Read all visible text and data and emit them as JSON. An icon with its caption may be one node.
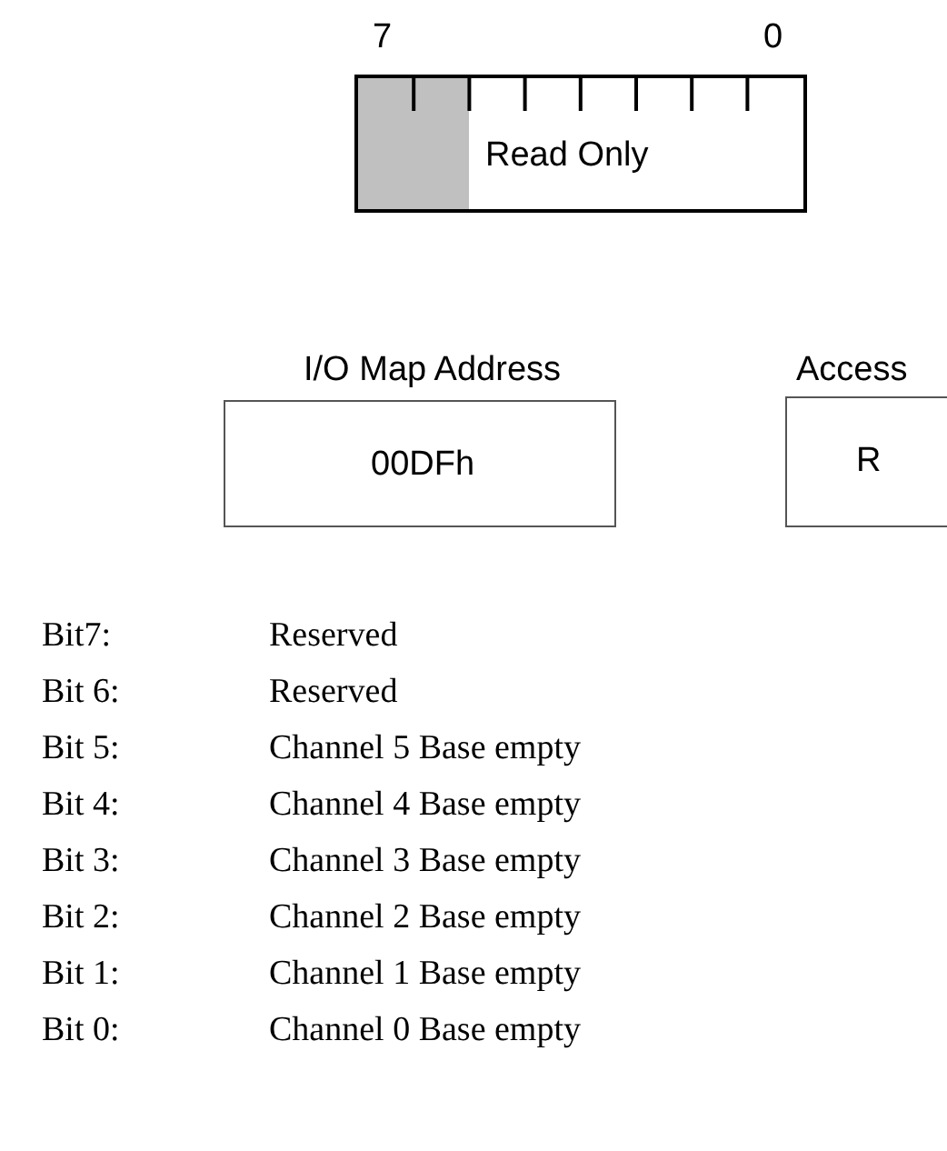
{
  "diagram": {
    "nodes": [
      {
        "text": [
          "Read Only"
        ]
      },
      {
        "text": [
          "I/O Map Address",
          "00DFh"
        ]
      },
      {
        "text": [
          "Access",
          "R"
        ]
      }
    ],
    "labels": [
      "7",
      "0",
      "Bit7:",
      "Reserved",
      "Bit 6:",
      "Reserved",
      "Bit 5:",
      "Channel 5 Base empty",
      "Bit 4:",
      "Channel 4 Base empty",
      "Bit 3:",
      "Channel 3 Base empty",
      "Bit 2:",
      "Channel 2 Base empty",
      "Bit 1:",
      "Channel 1 Base empty",
      "Bit 0:",
      "Channel 0 Base empty"
    ]
  }
}
